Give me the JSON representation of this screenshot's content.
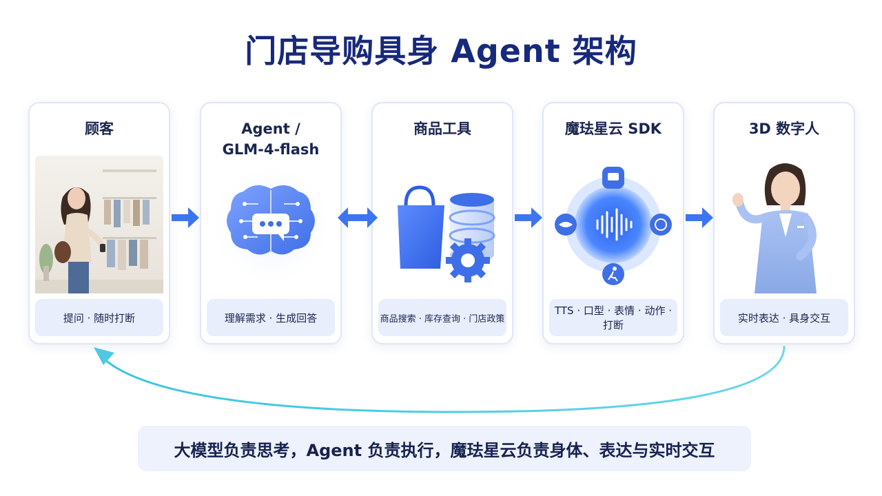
{
  "title": "门店导购具身 Agent 架构",
  "cards": [
    {
      "title": "顾客",
      "caption": "提问 · 随时打断"
    },
    {
      "title": "Agent /\nGLM-4-flash",
      "caption": "理解需求 · 生成回答"
    },
    {
      "title": "商品工具",
      "caption": "商品搜索 · 库存查询 · 门店政策"
    },
    {
      "title": "魔珐星云 SDK",
      "caption": "TTS · 口型 · 表情 · 动作 · 打断"
    },
    {
      "title": "3D 数字人",
      "caption": "实时表达 · 具身交互"
    }
  ],
  "summary": "大模型负责思考，Agent 负责执行，魔珐星云负责身体、表达与实时交互",
  "colors": {
    "accent": "#3d74f0",
    "title": "#17297a",
    "loop": "#4fc9e3"
  },
  "icons": [
    "customer-photo",
    "brain-chat-icon",
    "shopping-bag-icon",
    "database-icon",
    "gear-icon",
    "voice-wave-icon",
    "lips-icon",
    "smile-icon",
    "chat-icon",
    "walking-icon",
    "digital-human-avatar"
  ]
}
